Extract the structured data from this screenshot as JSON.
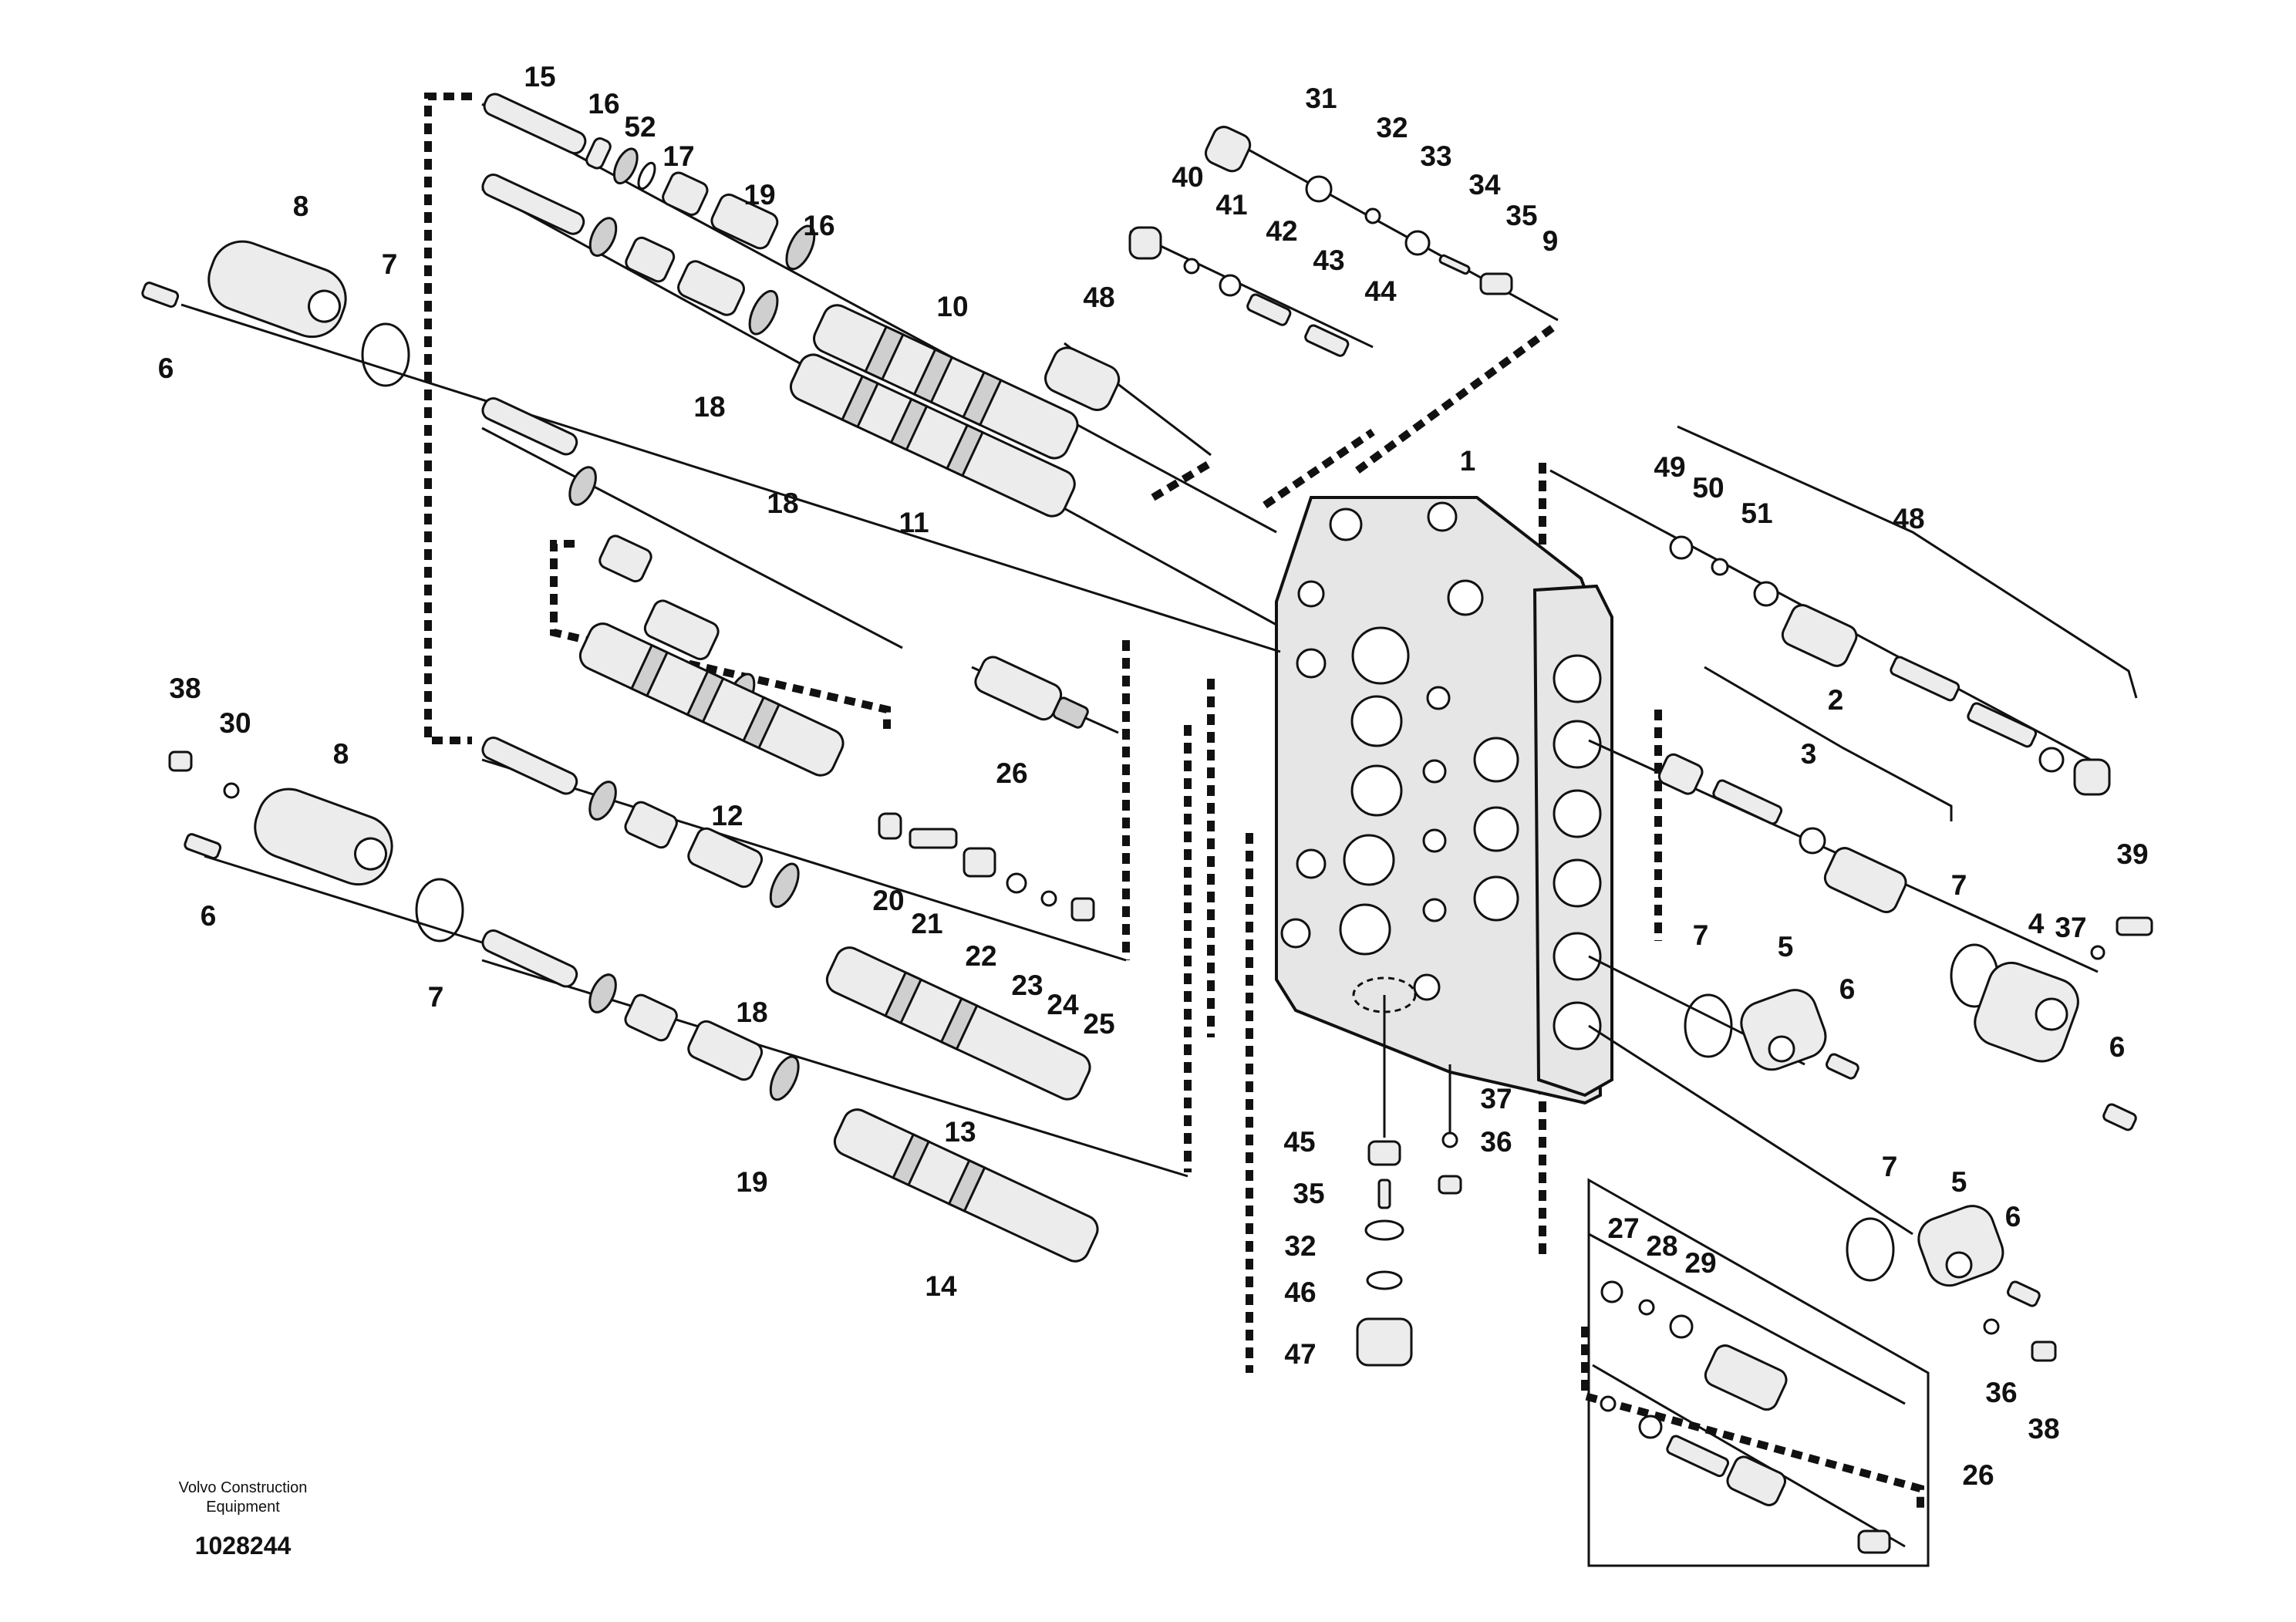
{
  "diagram": {
    "callouts": [
      "1",
      "2",
      "3",
      "4",
      "5",
      "5",
      "6",
      "6",
      "6",
      "6",
      "6",
      "7",
      "7",
      "7",
      "7",
      "7",
      "8",
      "8",
      "9",
      "10",
      "11",
      "12",
      "13",
      "14",
      "15",
      "16",
      "16",
      "17",
      "18",
      "18",
      "18",
      "19",
      "19",
      "20",
      "21",
      "22",
      "23",
      "24",
      "25",
      "26",
      "26",
      "27",
      "28",
      "29",
      "30",
      "31",
      "32",
      "32",
      "33",
      "34",
      "35",
      "35",
      "36",
      "36",
      "37",
      "37",
      "38",
      "38",
      "39",
      "40",
      "41",
      "42",
      "43",
      "44",
      "45",
      "46",
      "47",
      "48",
      "48",
      "49",
      "50",
      "51",
      "52"
    ]
  },
  "footer": {
    "company_line1": "Volvo Construction",
    "company_line2": "Equipment",
    "doc_number": "1028244"
  }
}
